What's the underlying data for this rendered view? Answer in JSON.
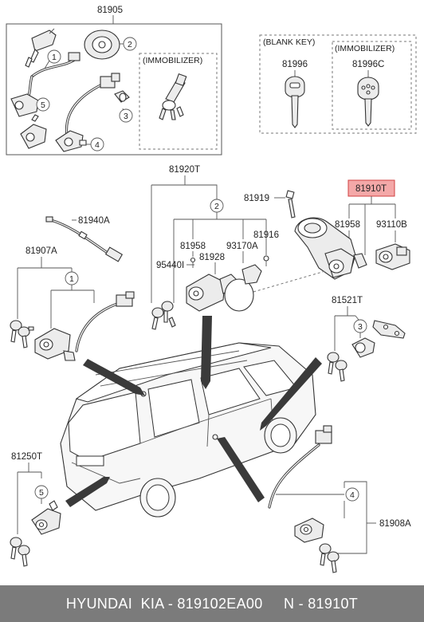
{
  "callouts": {
    "c81905": "81905",
    "c81920T": "81920T",
    "c81919": "81919",
    "c81910T": "81910T",
    "c81958a": "81958",
    "c93110B": "93110B",
    "c81940A": "81940A",
    "c81907A": "81907A",
    "c81958b": "81958",
    "c93170A": "93170A",
    "c81916": "81916",
    "c95440I": "95440I",
    "c81928": "81928",
    "c81521T": "81521T",
    "c81250T": "81250T",
    "c81908A": "81908A",
    "c81996": "81996",
    "c81996C": "81996C"
  },
  "groups": {
    "blank_key": "(BLANK KEY)",
    "immobilizer_top_right": "(IMMOBILIZER)",
    "immobilizer_inner": "(IMMOBILIZER)"
  },
  "circled_numbers": {
    "n1a": "1",
    "n2a": "2",
    "n3a": "3",
    "n4a": "4",
    "n5a": "5",
    "n2b": "2",
    "n1b": "1",
    "n3b": "3",
    "n5b": "5",
    "n4b": "4"
  },
  "colors": {
    "highlight_fill": "#f4a8a8",
    "highlight_stroke": "#d04040",
    "footer_bg": "#7b7b7b",
    "footer_text": "#ffffff"
  },
  "footer": {
    "text": "HYUNDAI  KIA - 819102EA00     N - 81910T"
  }
}
